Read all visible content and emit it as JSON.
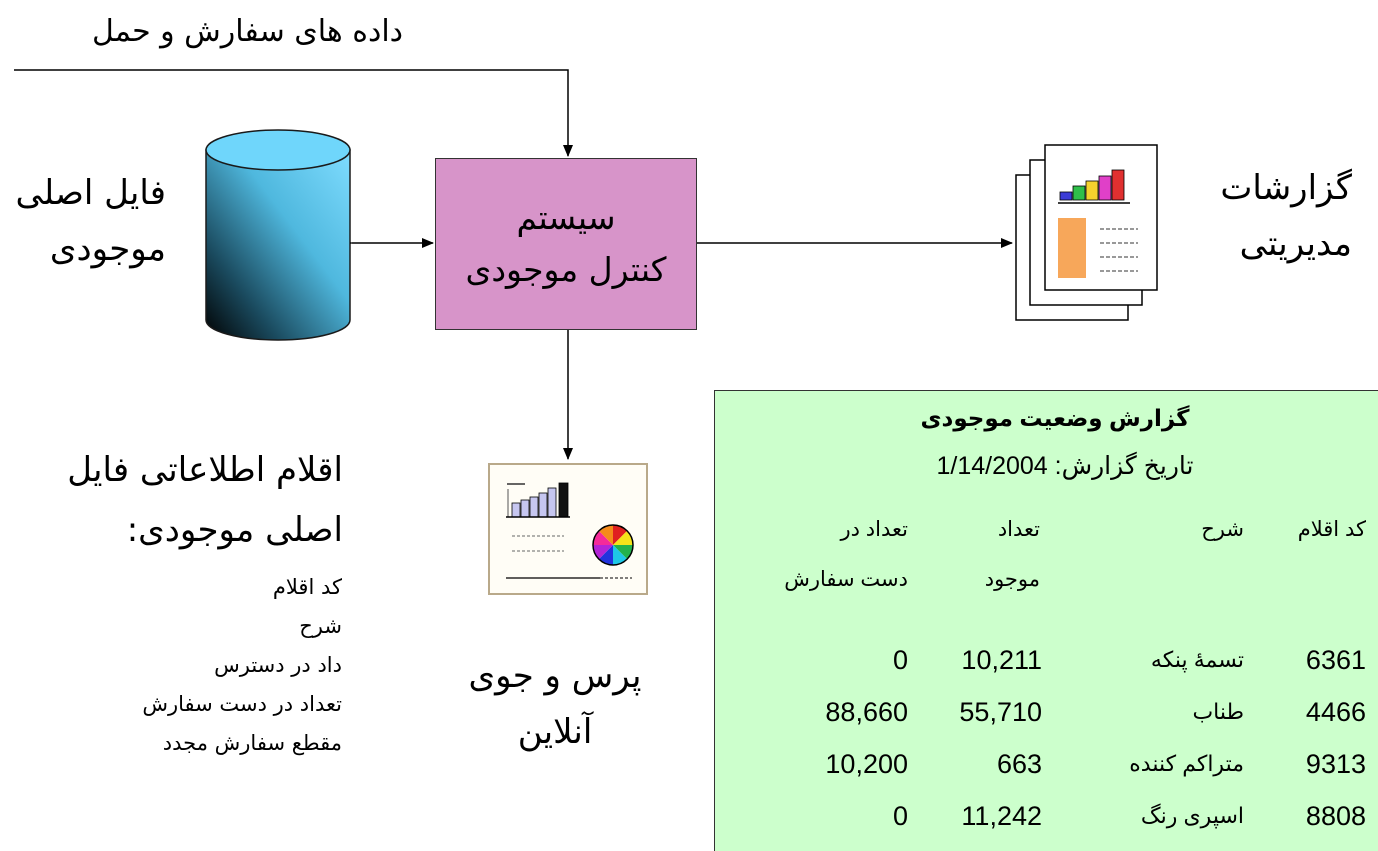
{
  "input_label": "داده های سفارش و حمل",
  "database": {
    "line1": "فایل اصلی",
    "line2": "موجودی"
  },
  "system": {
    "line1": "سیستم",
    "line2": "کنترل موجودی"
  },
  "reports": {
    "line1": "گزارشات",
    "line2": "مدیریتی"
  },
  "online": {
    "line1": "پرس و جوی",
    "line2": "آنلاین"
  },
  "fields": {
    "title_line1": "اقلام اطلاعاتی فایل",
    "title_line2": "اصلی موجودی:",
    "items": [
      "کد اقلام",
      "شرح",
      "داد در دسترس",
      "تعداد در دست سفارش",
      "مقطع سفارش مجدد"
    ]
  },
  "report": {
    "title": "گزارش وضعیت موجودی",
    "date_label": "تاریخ گزارش:",
    "date_value": "1/14/2004",
    "headers": {
      "code": "کد اقلام",
      "desc": "شرح",
      "on_hand_1": "تعداد",
      "on_hand_2": "موجود",
      "on_order_1": "تعداد در",
      "on_order_2": "دست سفارش"
    },
    "rows": [
      {
        "code": "6361",
        "desc": "تسمهٔ پنکه",
        "on_hand": "10,211",
        "on_order": "0"
      },
      {
        "code": "4466",
        "desc": "طناب",
        "on_hand": "55,710",
        "on_order": "88,660"
      },
      {
        "code": "9313",
        "desc": "متراکم کننده",
        "on_hand": "663",
        "on_order": "10,200"
      },
      {
        "code": "8808",
        "desc": "اسپری رنگ",
        "on_hand": "11,242",
        "on_order": "0"
      }
    ]
  },
  "colors": {
    "system_fill": "#d794c9",
    "database_fill": "#5fcdf5",
    "report_panel": "#ccffcc"
  }
}
